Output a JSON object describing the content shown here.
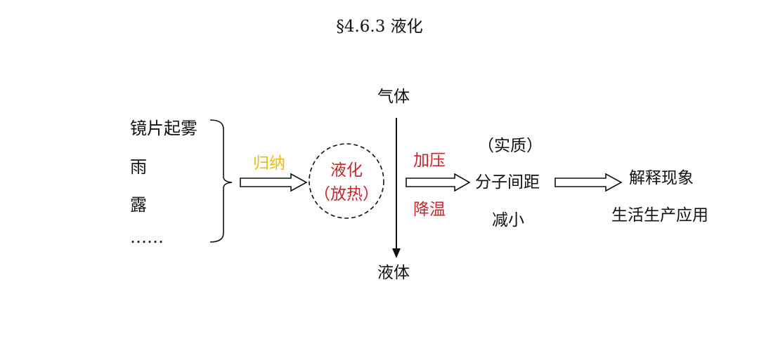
{
  "title": "§4.6.3 液化",
  "examples": [
    "镜片起雾",
    "雨",
    "露",
    "……"
  ],
  "induction_label": "归纳",
  "process": {
    "name": "液化",
    "note": "（放热）"
  },
  "phases": {
    "top": "气体",
    "bottom": "液体"
  },
  "methods": [
    "加压",
    "降温"
  ],
  "essence": {
    "label": "（实质）",
    "line1": "分子间距",
    "line2": "减小"
  },
  "applications": [
    "解释现象",
    "生活生产应用"
  ],
  "colors": {
    "induction": "#f2b90f",
    "methods": "#c8252c",
    "process": "#c8252c",
    "line": "#111111"
  }
}
